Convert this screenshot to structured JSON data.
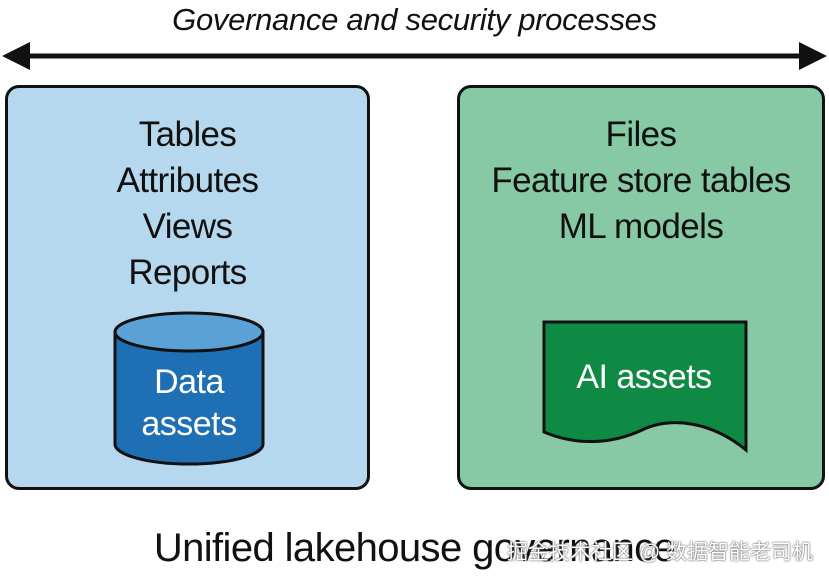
{
  "diagram": {
    "top_label": "Governance and security processes",
    "left_box": {
      "items": [
        "Tables",
        "Attributes",
        "Views",
        "Reports"
      ],
      "icon_label_lines": [
        "Data",
        "assets"
      ]
    },
    "right_box": {
      "items": [
        "Files",
        "Feature store tables",
        "ML models"
      ],
      "icon_label": "AI assets"
    },
    "bottom_label": "Unified lakehouse governance",
    "watermark": "掘金技术社区 @ 数据智能老司机"
  },
  "colors": {
    "left_box_fill": "#b6d8ee",
    "right_box_fill": "#86c9a4",
    "database_fill": "#1f6fb5",
    "database_top": "#5aa1d6",
    "document_fill": "#0f8a44"
  },
  "icons": {
    "arrow": "double-headed-arrow-icon",
    "database": "database-cylinder-icon",
    "document": "document-icon"
  }
}
